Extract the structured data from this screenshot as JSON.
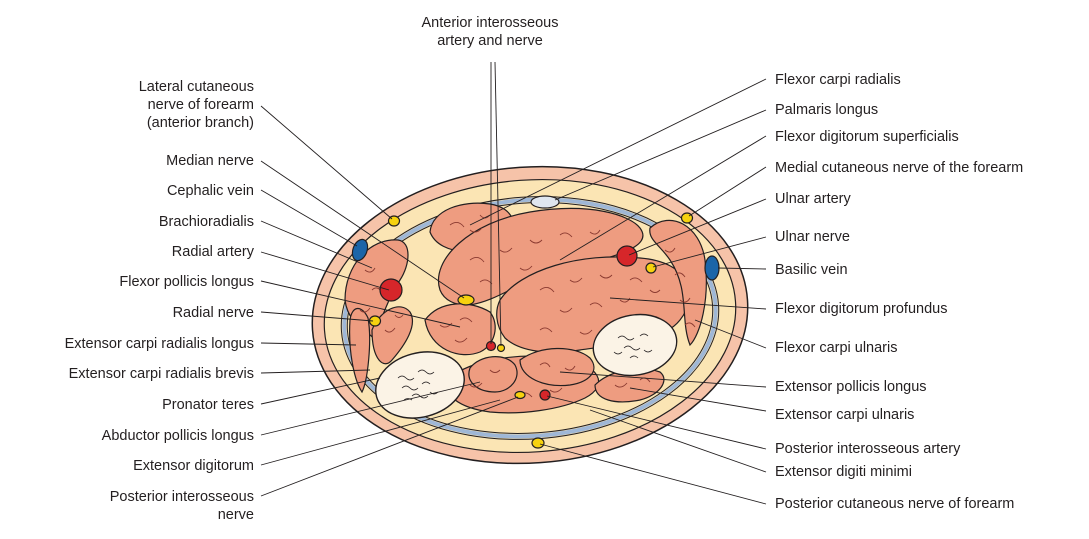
{
  "colors": {
    "skin": "#f6c3a9",
    "subcutaneous": "#fbe5b4",
    "fascia": "#9fb7d6",
    "muscle": "#ee9c80",
    "muscle_line": "#8a3a30",
    "bone": "#fbf3e6",
    "artery": "#d6262a",
    "vein": "#1b65a8",
    "nerve": "#f6d20f",
    "outline": "#231f20"
  },
  "labels": {
    "top": [
      "Anterior interosseous",
      "artery and nerve"
    ],
    "left": [
      [
        "Lateral cutaneous",
        "nerve of forearm",
        "(anterior branch)"
      ],
      [
        "Median nerve"
      ],
      [
        "Cephalic vein"
      ],
      [
        "Brachioradialis"
      ],
      [
        "Radial artery"
      ],
      [
        "Flexor pollicis longus"
      ],
      [
        "Radial nerve"
      ],
      [
        "Extensor carpi radialis longus"
      ],
      [
        "Extensor carpi radialis brevis"
      ],
      [
        "Pronator teres"
      ],
      [
        "Abductor pollicis longus"
      ],
      [
        "Extensor digitorum"
      ],
      [
        "Posterior interosseous",
        "nerve"
      ]
    ],
    "right": [
      [
        "Flexor carpi radialis"
      ],
      [
        "Palmaris longus"
      ],
      [
        "Flexor digitorum superficialis"
      ],
      [
        "Medial cutaneous nerve of the forearm"
      ],
      [
        "Ulnar artery"
      ],
      [
        "Ulnar nerve"
      ],
      [
        "Basilic vein"
      ],
      [
        "Flexor digitorum profundus"
      ],
      [
        "Flexor carpi ulnaris"
      ],
      [
        "Extensor pollicis longus"
      ],
      [
        "Extensor carpi ulnaris"
      ],
      [
        "Posterior interosseous artery"
      ],
      [
        "Extensor digiti minimi"
      ],
      [
        "Posterior cutaneous nerve of forearm"
      ]
    ]
  }
}
